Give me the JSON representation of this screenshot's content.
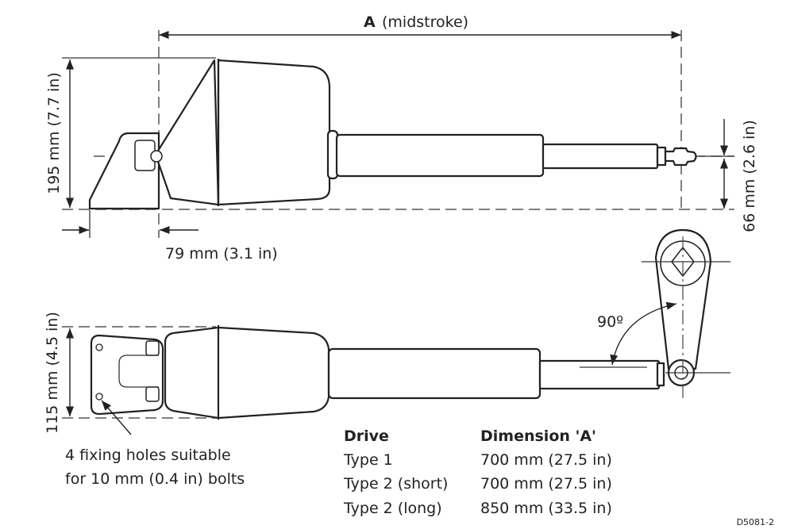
{
  "dimensions": {
    "a_letter": "A",
    "a_note": "(midstroke)",
    "height_top": "195 mm (7.7 in)",
    "offset_center": "66 mm (2.6 in)",
    "bracket_offset": "79 mm (3.1 in)",
    "width_bottom": "115 mm (4.5 in)",
    "angle": "90º"
  },
  "callout": {
    "line1": "4 fixing holes suitable",
    "line2": "for 10 mm (0.4 in) bolts"
  },
  "table": {
    "headers": [
      "Drive",
      "Dimension 'A'"
    ],
    "rows": [
      {
        "drive": "Type 1",
        "dimension": "700 mm (27.5 in)"
      },
      {
        "drive": "Type 2 (short)",
        "dimension": "700 mm (27.5 in)"
      },
      {
        "drive": "Type 2 (long)",
        "dimension": "850 mm (33.5 in)"
      }
    ]
  },
  "figure_id": "D5081-2"
}
